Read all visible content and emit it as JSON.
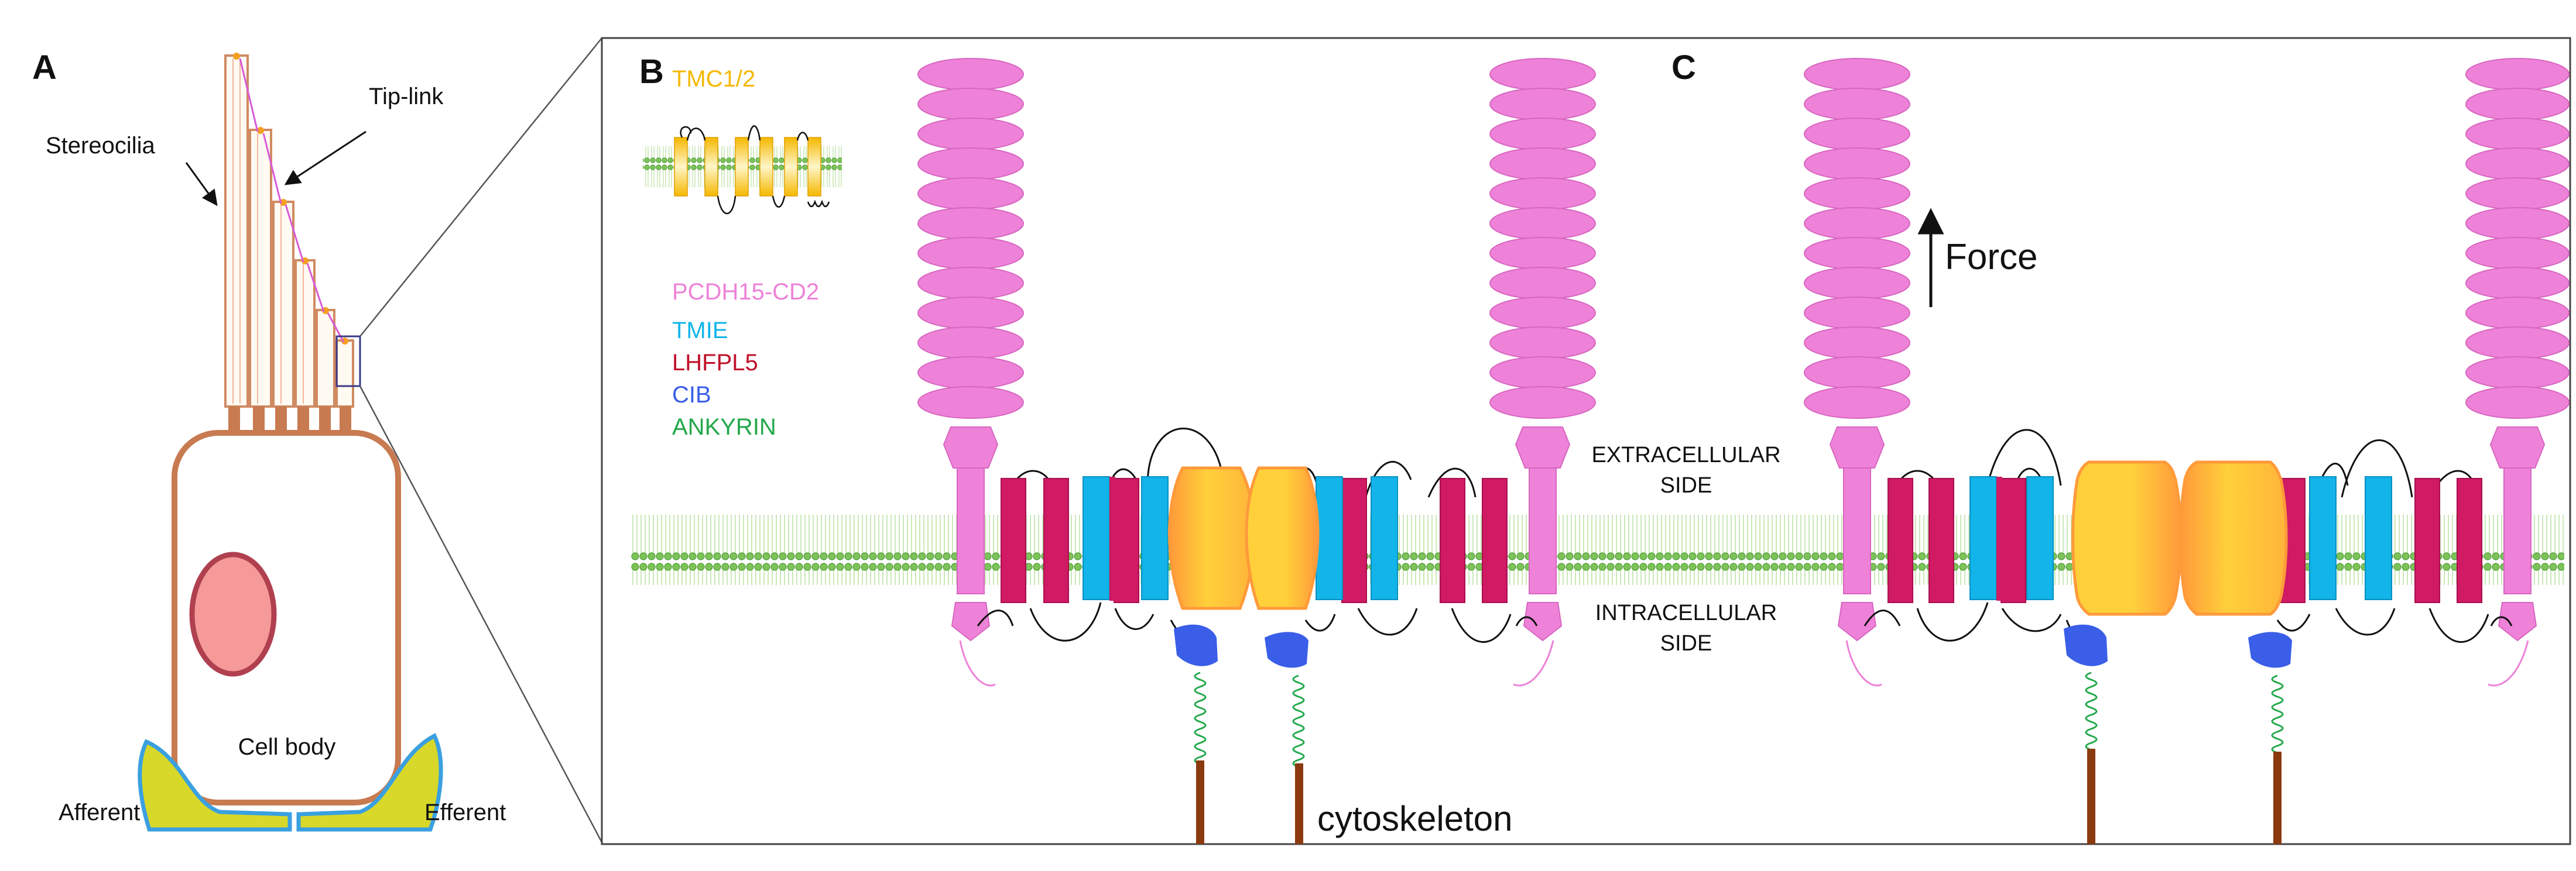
{
  "panels": {
    "a": "A",
    "b": "B",
    "c": "C"
  },
  "panel_a": {
    "stereocilia": "Stereocilia",
    "tip_link": "Tip-link",
    "cell_body": "Cell body",
    "afferent": "Afferent",
    "efferent": "Efferent"
  },
  "legend": {
    "tmc": {
      "label": "TMC1/2",
      "color": "#f5b800"
    },
    "pcdh15": {
      "label": "PCDH15-CD2",
      "color": "#ee82d8"
    },
    "tmie": {
      "label": "TMIE",
      "color": "#12b4ea"
    },
    "lhfpl5": {
      "label": "LHFPL5",
      "color": "#c0102a"
    },
    "cib": {
      "label": "CIB",
      "color": "#3a5ee8"
    },
    "ankyrin": {
      "label": "ANKYRIN",
      "color": "#22a84a"
    }
  },
  "membrane_labels": {
    "extracellular_1": "EXTRACELLULAR",
    "extracellular_2": "SIDE",
    "intracellular_1": "INTRACELLULAR",
    "intracellular_2": "SIDE"
  },
  "force_label": "Force",
  "cytoskeleton_label": "cytoskeleton",
  "colors": {
    "pcdh15": "#ee82d8",
    "lhfpl5": "#d01a63",
    "tmie": "#12b4ea",
    "tmc_core": "#ffd03a",
    "tmc_edge": "#ff9a3a",
    "cib": "#3a5ee8",
    "ankyrin": "#22a84a",
    "cytoskeleton": "#8b3a10",
    "cell_outline": "#c87a50",
    "nucleus": "#f59a98",
    "nucleus_edge": "#b04050",
    "synapse_fill": "#d8d82a",
    "synapse_edge": "#3aa0e0"
  }
}
